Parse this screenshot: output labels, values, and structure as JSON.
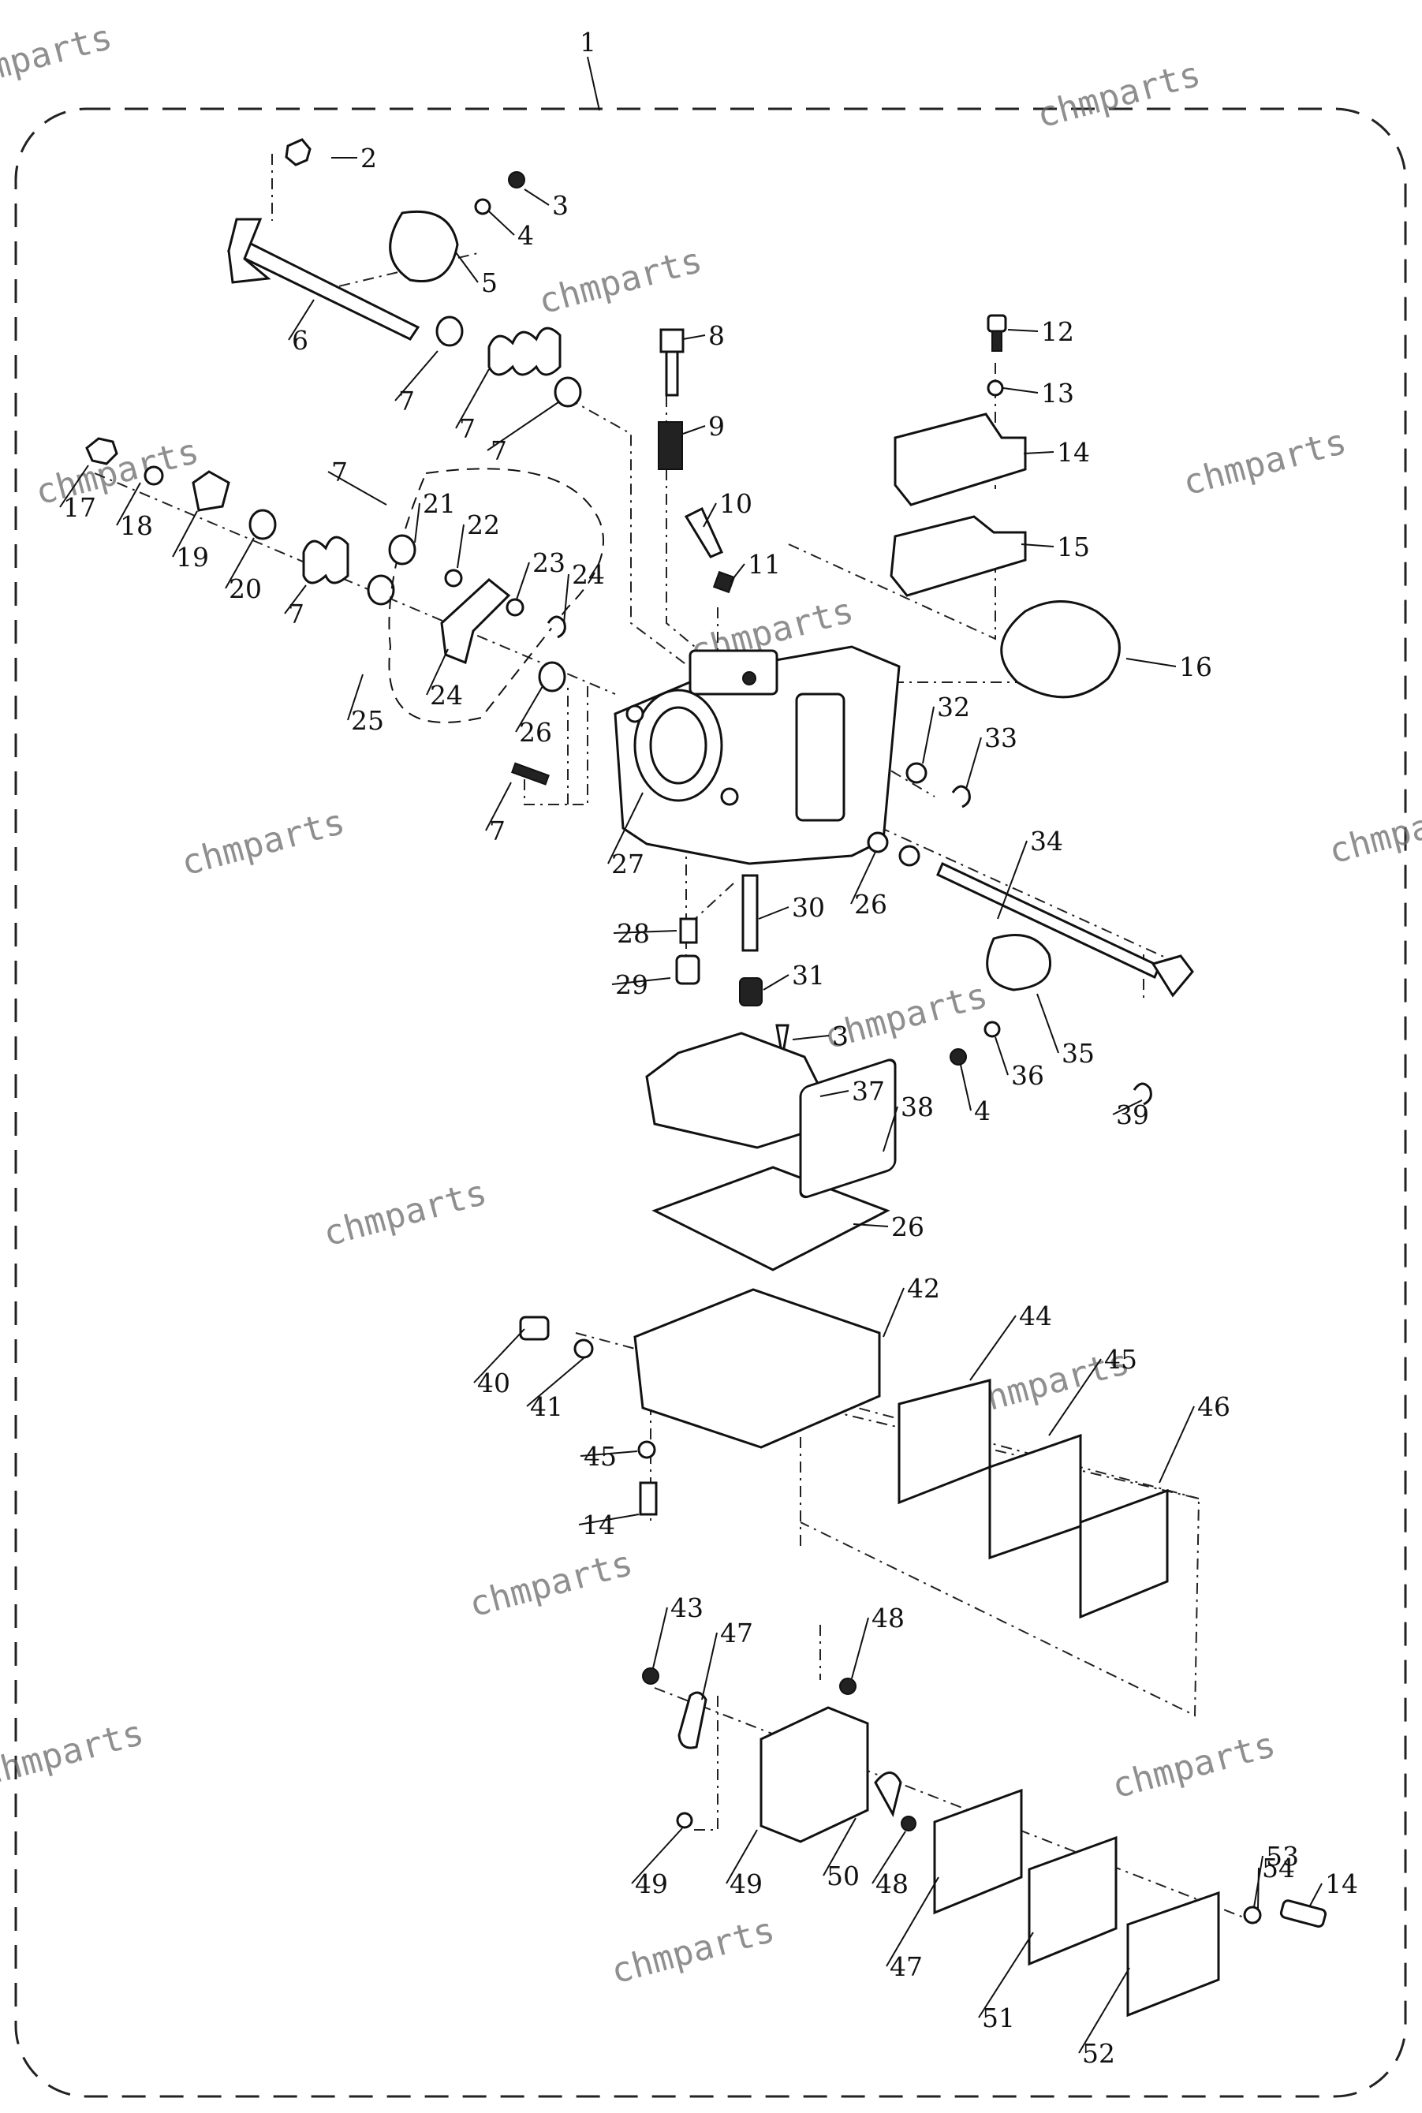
{
  "watermark": "chmparts",
  "assembly_number": "1",
  "labels": [
    "2",
    "3",
    "4",
    "5",
    "6",
    "7",
    "7",
    "7",
    "8",
    "9",
    "10",
    "11",
    "12",
    "13",
    "14",
    "15",
    "16",
    "17",
    "18",
    "19",
    "20",
    "7",
    "7",
    "21",
    "22",
    "23",
    "24",
    "24",
    "25",
    "26",
    "7",
    "27",
    "28",
    "29",
    "30",
    "31",
    "32",
    "33",
    "26",
    "34",
    "35",
    "36",
    "4",
    "3",
    "37",
    "38",
    "39",
    "26",
    "40",
    "41",
    "42",
    "44",
    "45",
    "46",
    "45",
    "14",
    "43",
    "47",
    "48",
    "49",
    "49",
    "50",
    "48",
    "47",
    "51",
    "52",
    "53",
    "14",
    "54"
  ]
}
